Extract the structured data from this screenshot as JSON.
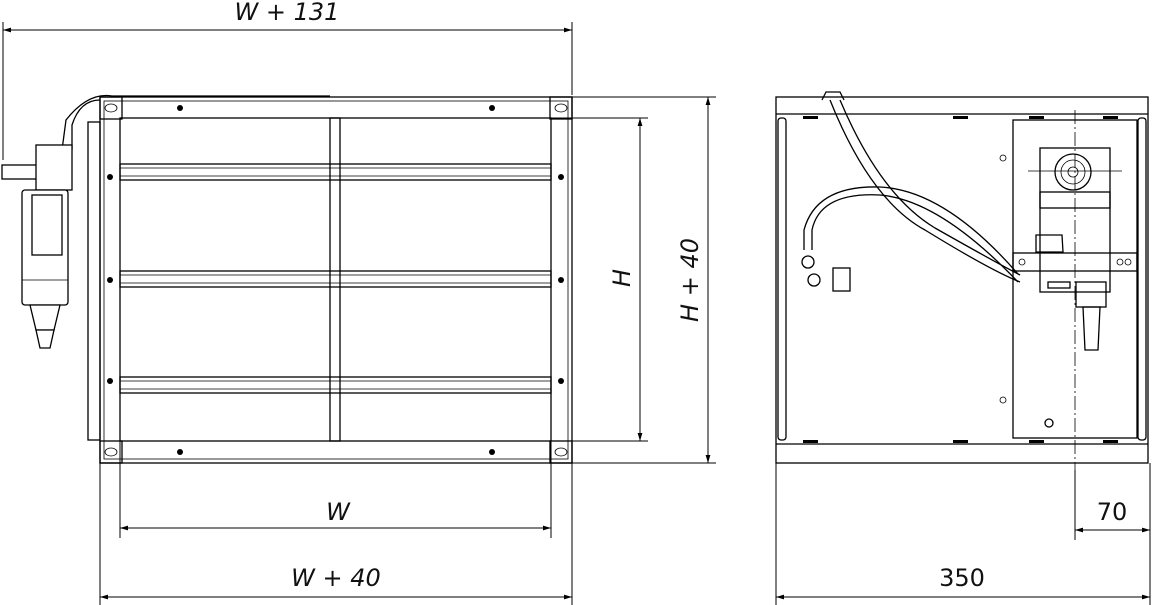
{
  "dimensions": {
    "overall_width_with_actuator": "W + 131",
    "height": "H",
    "height_plus_frame": "H + 40",
    "width": "W",
    "width_plus_frame": "W + 40",
    "depth": "350",
    "actuator_offset": "70"
  },
  "colors": {
    "line": "#000000",
    "background": "#ffffff"
  }
}
